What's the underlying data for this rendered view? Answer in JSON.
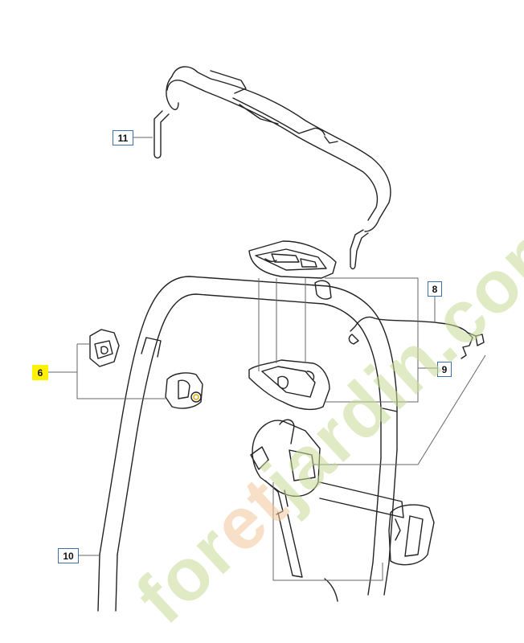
{
  "callouts": {
    "part_11": "11",
    "part_8": "8",
    "part_9": "9",
    "part_6": "6",
    "part_10": "10"
  },
  "watermark": {
    "part_a": "for",
    "part_b": "et",
    "part_c": "jardin.com"
  },
  "colors": {
    "callout_border": "#3a6fb0",
    "highlight": "#fff200",
    "watermark_green": "#c8dc96",
    "watermark_orange": "#f2c89a",
    "line": "#222222",
    "leader": "#666666"
  }
}
